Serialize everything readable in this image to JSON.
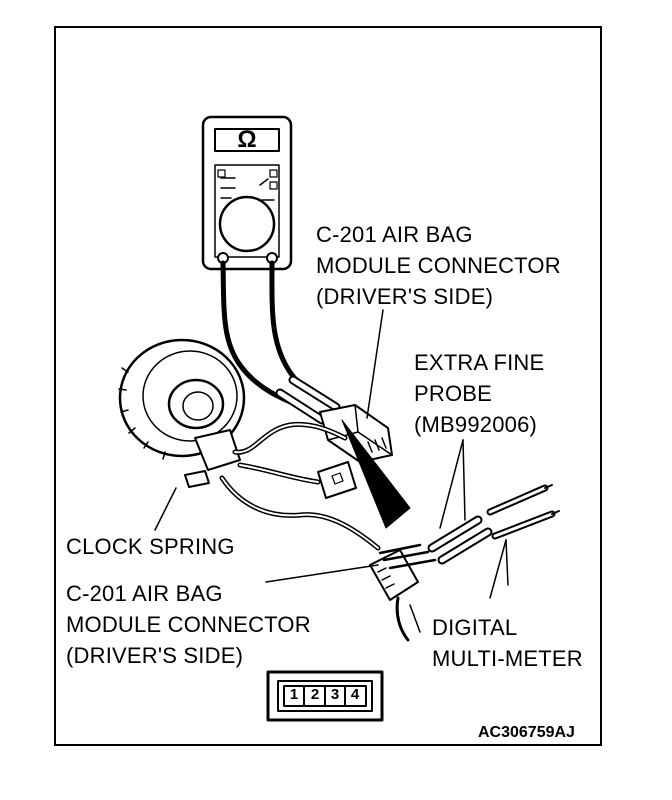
{
  "meter": {
    "symbol": "Ω"
  },
  "labels": {
    "connector_top": [
      "C-201 AIR BAG",
      "MODULE CONNECTOR",
      "(DRIVER'S SIDE)"
    ],
    "probe": [
      "EXTRA FINE",
      "PROBE",
      "(MB992006)"
    ],
    "clock_spring": "CLOCK SPRING",
    "connector_bottom": [
      "C-201 AIR BAG",
      "MODULE CONNECTOR",
      "(DRIVER'S SIDE)"
    ],
    "multimeter": [
      "DIGITAL",
      "MULTI-METER"
    ]
  },
  "pins": [
    "1",
    "2",
    "3",
    "4"
  ],
  "figure_code": "AC306759AJ"
}
